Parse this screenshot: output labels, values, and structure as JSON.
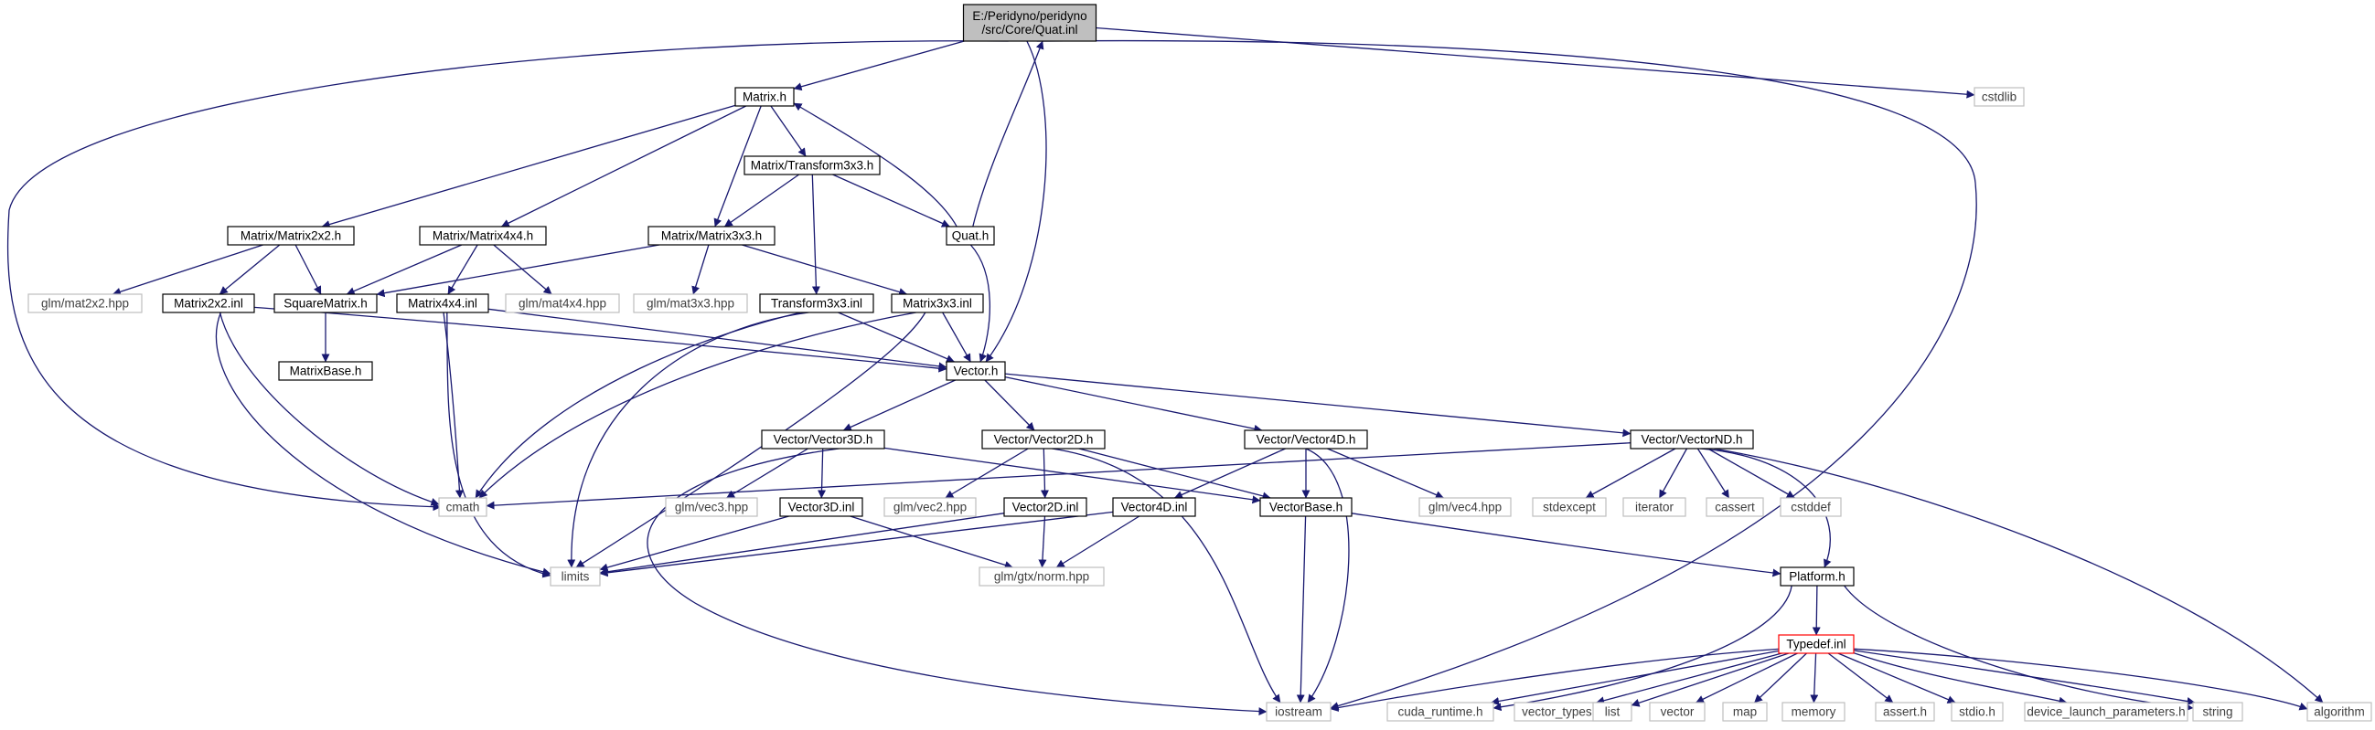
{
  "diagram": {
    "title": "E:/Peridyno/peridyno/src/Core/Quat.inl include dependency graph",
    "colors": {
      "edge": "#191970",
      "arrowhead": "#191970",
      "node_border": "#000000",
      "external_border": "#bfbfbf",
      "external_text": "#404040",
      "highlight_border": "#ff0000",
      "root_fill": "#bfbfbf",
      "node_fill": "#ffffff",
      "text": "#000000"
    },
    "nodes": [
      {
        "id": "root",
        "label": "E:/Peridyno/peridyno\n/src/Core/Quat.inl",
        "kind": "root"
      },
      {
        "id": "matrix_h",
        "label": "Matrix.h",
        "kind": "file"
      },
      {
        "id": "cstdlib",
        "label": "cstdlib",
        "kind": "external"
      },
      {
        "id": "transform3x3_h",
        "label": "Matrix/Transform3x3.h",
        "kind": "file"
      },
      {
        "id": "matrix2x2_h",
        "label": "Matrix/Matrix2x2.h",
        "kind": "file"
      },
      {
        "id": "matrix4x4_h",
        "label": "Matrix/Matrix4x4.h",
        "kind": "file"
      },
      {
        "id": "matrix3x3_h",
        "label": "Matrix/Matrix3x3.h",
        "kind": "file"
      },
      {
        "id": "quat_h",
        "label": "Quat.h",
        "kind": "file"
      },
      {
        "id": "glm_mat2x2",
        "label": "glm/mat2x2.hpp",
        "kind": "external"
      },
      {
        "id": "matrix2x2_inl",
        "label": "Matrix2x2.inl",
        "kind": "file"
      },
      {
        "id": "squarematrix_h",
        "label": "SquareMatrix.h",
        "kind": "file"
      },
      {
        "id": "matrix4x4_inl",
        "label": "Matrix4x4.inl",
        "kind": "file"
      },
      {
        "id": "glm_mat4x4",
        "label": "glm/mat4x4.hpp",
        "kind": "external"
      },
      {
        "id": "glm_mat3x3",
        "label": "glm/mat3x3.hpp",
        "kind": "external"
      },
      {
        "id": "transform3x3_inl",
        "label": "Transform3x3.inl",
        "kind": "file"
      },
      {
        "id": "matrix3x3_inl",
        "label": "Matrix3x3.inl",
        "kind": "file"
      },
      {
        "id": "matrixbase_h",
        "label": "MatrixBase.h",
        "kind": "file"
      },
      {
        "id": "vector_h",
        "label": "Vector.h",
        "kind": "file"
      },
      {
        "id": "vector3d_h",
        "label": "Vector/Vector3D.h",
        "kind": "file"
      },
      {
        "id": "vector2d_h",
        "label": "Vector/Vector2D.h",
        "kind": "file"
      },
      {
        "id": "vector4d_h",
        "label": "Vector/Vector4D.h",
        "kind": "file"
      },
      {
        "id": "vectornd_h",
        "label": "Vector/VectorND.h",
        "kind": "file"
      },
      {
        "id": "cmath",
        "label": "cmath",
        "kind": "external"
      },
      {
        "id": "glm_vec3",
        "label": "glm/vec3.hpp",
        "kind": "external"
      },
      {
        "id": "vector3d_inl",
        "label": "Vector3D.inl",
        "kind": "file"
      },
      {
        "id": "glm_vec2",
        "label": "glm/vec2.hpp",
        "kind": "external"
      },
      {
        "id": "vector2d_inl",
        "label": "Vector2D.inl",
        "kind": "file"
      },
      {
        "id": "vector4d_inl",
        "label": "Vector4D.inl",
        "kind": "file"
      },
      {
        "id": "vectorbase_h",
        "label": "VectorBase.h",
        "kind": "file"
      },
      {
        "id": "glm_vec4",
        "label": "glm/vec4.hpp",
        "kind": "external"
      },
      {
        "id": "stdexcept",
        "label": "stdexcept",
        "kind": "external"
      },
      {
        "id": "iterator",
        "label": "iterator",
        "kind": "external"
      },
      {
        "id": "cassert",
        "label": "cassert",
        "kind": "external"
      },
      {
        "id": "cstddef",
        "label": "cstddef",
        "kind": "external"
      },
      {
        "id": "limits",
        "label": "limits",
        "kind": "external"
      },
      {
        "id": "glm_norm",
        "label": "glm/gtx/norm.hpp",
        "kind": "external"
      },
      {
        "id": "platform_h",
        "label": "Platform.h",
        "kind": "file"
      },
      {
        "id": "typedef_inl",
        "label": "Typedef.inl",
        "kind": "highlight"
      },
      {
        "id": "iostream",
        "label": "iostream",
        "kind": "external"
      },
      {
        "id": "cuda_runtime",
        "label": "cuda_runtime.h",
        "kind": "external"
      },
      {
        "id": "vector_types",
        "label": "vector_types.h",
        "kind": "external"
      },
      {
        "id": "list",
        "label": "list",
        "kind": "external"
      },
      {
        "id": "vector",
        "label": "vector",
        "kind": "external"
      },
      {
        "id": "map",
        "label": "map",
        "kind": "external"
      },
      {
        "id": "memory",
        "label": "memory",
        "kind": "external"
      },
      {
        "id": "assert_h",
        "label": "assert.h",
        "kind": "external"
      },
      {
        "id": "stdio_h",
        "label": "stdio.h",
        "kind": "external"
      },
      {
        "id": "device_launch",
        "label": "device_launch_parameters.h",
        "kind": "external"
      },
      {
        "id": "string",
        "label": "string",
        "kind": "external"
      },
      {
        "id": "algorithm",
        "label": "algorithm",
        "kind": "external"
      }
    ],
    "edges": [
      {
        "from": "root",
        "to": "matrix_h"
      },
      {
        "from": "root",
        "to": "cmath"
      },
      {
        "from": "root",
        "to": "vector_h"
      },
      {
        "from": "root",
        "to": "cstdlib"
      },
      {
        "from": "root",
        "to": "iostream"
      },
      {
        "from": "matrix_h",
        "to": "transform3x3_h"
      },
      {
        "from": "matrix_h",
        "to": "matrix2x2_h"
      },
      {
        "from": "matrix_h",
        "to": "matrix4x4_h"
      },
      {
        "from": "matrix_h",
        "to": "matrix3x3_h"
      },
      {
        "from": "transform3x3_h",
        "to": "matrix3x3_h"
      },
      {
        "from": "transform3x3_h",
        "to": "quat_h"
      },
      {
        "from": "transform3x3_h",
        "to": "transform3x3_inl"
      },
      {
        "from": "quat_h",
        "to": "matrix_h"
      },
      {
        "from": "quat_h",
        "to": "root"
      },
      {
        "from": "quat_h",
        "to": "vector_h"
      },
      {
        "from": "matrix2x2_h",
        "to": "glm_mat2x2"
      },
      {
        "from": "matrix2x2_h",
        "to": "matrix2x2_inl"
      },
      {
        "from": "matrix2x2_h",
        "to": "squarematrix_h"
      },
      {
        "from": "matrix4x4_h",
        "to": "squarematrix_h"
      },
      {
        "from": "matrix4x4_h",
        "to": "matrix4x4_inl"
      },
      {
        "from": "matrix4x4_h",
        "to": "glm_mat4x4"
      },
      {
        "from": "matrix3x3_h",
        "to": "squarematrix_h"
      },
      {
        "from": "matrix3x3_h",
        "to": "glm_mat3x3"
      },
      {
        "from": "matrix3x3_h",
        "to": "matrix3x3_inl"
      },
      {
        "from": "squarematrix_h",
        "to": "matrixbase_h"
      },
      {
        "from": "matrix2x2_inl",
        "to": "vector_h"
      },
      {
        "from": "matrix2x2_inl",
        "to": "cmath"
      },
      {
        "from": "matrix2x2_inl",
        "to": "limits"
      },
      {
        "from": "matrix4x4_inl",
        "to": "vector_h"
      },
      {
        "from": "matrix4x4_inl",
        "to": "cmath"
      },
      {
        "from": "matrix4x4_inl",
        "to": "limits"
      },
      {
        "from": "transform3x3_inl",
        "to": "vector_h"
      },
      {
        "from": "transform3x3_inl",
        "to": "cmath"
      },
      {
        "from": "transform3x3_inl",
        "to": "limits"
      },
      {
        "from": "matrix3x3_inl",
        "to": "vector_h"
      },
      {
        "from": "matrix3x3_inl",
        "to": "cmath"
      },
      {
        "from": "matrix3x3_inl",
        "to": "limits"
      },
      {
        "from": "vector_h",
        "to": "vector3d_h"
      },
      {
        "from": "vector_h",
        "to": "vector2d_h"
      },
      {
        "from": "vector_h",
        "to": "vector4d_h"
      },
      {
        "from": "vector_h",
        "to": "vectornd_h"
      },
      {
        "from": "vector3d_h",
        "to": "glm_vec3"
      },
      {
        "from": "vector3d_h",
        "to": "vector3d_inl"
      },
      {
        "from": "vector3d_h",
        "to": "vectorbase_h"
      },
      {
        "from": "vector3d_h",
        "to": "iostream"
      },
      {
        "from": "vector2d_h",
        "to": "glm_vec2"
      },
      {
        "from": "vector2d_h",
        "to": "vector2d_inl"
      },
      {
        "from": "vector2d_h",
        "to": "vectorbase_h"
      },
      {
        "from": "vector2d_h",
        "to": "iostream"
      },
      {
        "from": "vector4d_h",
        "to": "vector4d_inl"
      },
      {
        "from": "vector4d_h",
        "to": "vectorbase_h"
      },
      {
        "from": "vector4d_h",
        "to": "glm_vec4"
      },
      {
        "from": "vector4d_h",
        "to": "iostream"
      },
      {
        "from": "vectornd_h",
        "to": "cmath"
      },
      {
        "from": "vectornd_h",
        "to": "stdexcept"
      },
      {
        "from": "vectornd_h",
        "to": "iterator"
      },
      {
        "from": "vectornd_h",
        "to": "cassert"
      },
      {
        "from": "vectornd_h",
        "to": "cstddef"
      },
      {
        "from": "vectornd_h",
        "to": "platform_h"
      },
      {
        "from": "vectornd_h",
        "to": "algorithm"
      },
      {
        "from": "vector3d_inl",
        "to": "limits"
      },
      {
        "from": "vector3d_inl",
        "to": "glm_norm"
      },
      {
        "from": "vector2d_inl",
        "to": "limits"
      },
      {
        "from": "vector2d_inl",
        "to": "glm_norm"
      },
      {
        "from": "vector4d_inl",
        "to": "limits"
      },
      {
        "from": "vector4d_inl",
        "to": "glm_norm"
      },
      {
        "from": "vectorbase_h",
        "to": "iostream"
      },
      {
        "from": "vectorbase_h",
        "to": "platform_h"
      },
      {
        "from": "platform_h",
        "to": "typedef_inl"
      },
      {
        "from": "platform_h",
        "to": "cuda_runtime"
      },
      {
        "from": "platform_h",
        "to": "string"
      },
      {
        "from": "typedef_inl",
        "to": "iostream"
      },
      {
        "from": "typedef_inl",
        "to": "cuda_runtime"
      },
      {
        "from": "typedef_inl",
        "to": "vector_types"
      },
      {
        "from": "typedef_inl",
        "to": "list"
      },
      {
        "from": "typedef_inl",
        "to": "vector"
      },
      {
        "from": "typedef_inl",
        "to": "map"
      },
      {
        "from": "typedef_inl",
        "to": "memory"
      },
      {
        "from": "typedef_inl",
        "to": "assert_h"
      },
      {
        "from": "typedef_inl",
        "to": "stdio_h"
      },
      {
        "from": "typedef_inl",
        "to": "device_launch"
      },
      {
        "from": "typedef_inl",
        "to": "string"
      },
      {
        "from": "typedef_inl",
        "to": "algorithm"
      }
    ]
  }
}
